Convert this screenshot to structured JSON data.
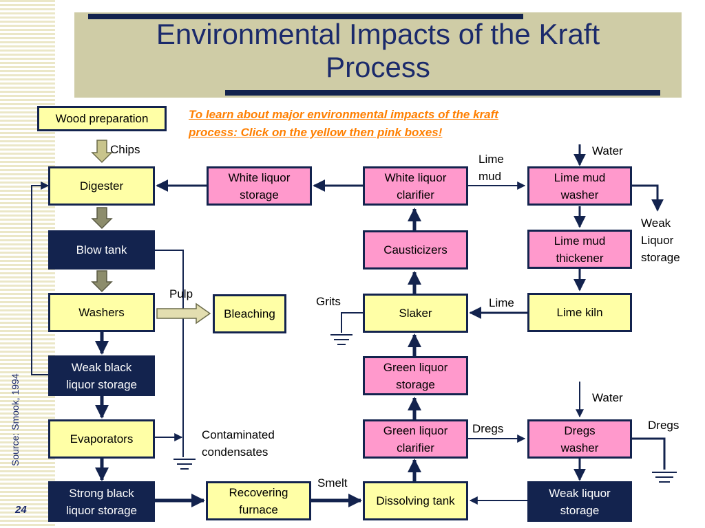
{
  "slide": {
    "title_line1": "Environmental Impacts of the Kraft",
    "title_line2": "Process",
    "note_line1": "To learn about major environmental impacts of  the kraft",
    "note_line2": "process: Click on the yellow then pink boxes!",
    "source": "Source: Smook, 1994",
    "page_number": "24"
  },
  "boxes": {
    "wood_preparation": "Wood preparation",
    "digester": "Digester",
    "blow_tank": "Blow tank",
    "washers": "Washers",
    "bleaching": "Bleaching",
    "weak_black_liquor_storage": [
      "Weak black",
      "liquor storage"
    ],
    "evaporators": "Evaporators",
    "strong_black_liquor_storage": [
      "Strong black",
      "liquor storage"
    ],
    "recovering_furnace": [
      "Recovering",
      "furnace"
    ],
    "dissolving_tank": "Dissolving tank",
    "weak_liquor_storage": [
      "Weak liquor",
      "storage"
    ],
    "white_liquor_storage": [
      "White liquor",
      "storage"
    ],
    "white_liquor_clarifier": [
      "White liquor",
      "clarifier"
    ],
    "lime_mud_washer": [
      "Lime mud",
      "washer"
    ],
    "causticizers": "Causticizers",
    "lime_mud_thickener": [
      "Lime mud",
      "thickener"
    ],
    "slaker": "Slaker",
    "lime_kiln": "Lime kiln",
    "green_liquor_storage": [
      "Green liquor",
      "storage"
    ],
    "green_liquor_clarifier": [
      "Green liquor",
      "clarifier"
    ],
    "dregs_washer": [
      "Dregs",
      "washer"
    ]
  },
  "labels": {
    "chips": "Chips",
    "pulp": "Pulp",
    "contaminated_condensates": [
      "Contaminated",
      "condensates"
    ],
    "smelt": "Smelt",
    "grits": "Grits",
    "lime": "Lime",
    "lime_mud": [
      "Lime",
      "mud"
    ],
    "water_top": "Water",
    "weak_liquor_storage_out": [
      "Weak",
      "Liquor",
      "storage"
    ],
    "water_bottom": "Water",
    "dregs_left": "Dregs",
    "dregs_right": "Dregs"
  },
  "colors": {
    "yellow_box": "#ffffa6",
    "pink_box": "#ff99cc",
    "navy_box": "#13234e",
    "title_band": "#cfcca6",
    "title_text": "#1b2a6b",
    "note_text": "#ff7f00"
  }
}
